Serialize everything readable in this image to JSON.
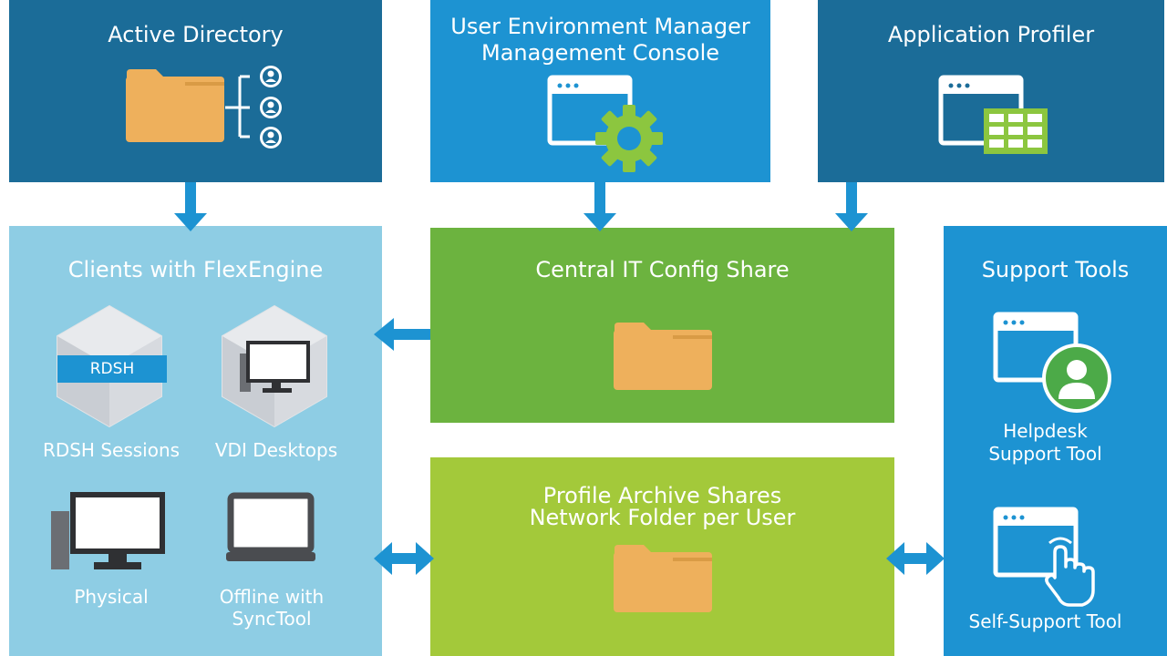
{
  "colors": {
    "navy": "#1b6c98",
    "blue": "#1d93d2",
    "light_blue": "#8ecde4",
    "green": "#6cb33f",
    "lime": "#a3c93a",
    "folder": "#eeb05c",
    "gear": "#8cc63f",
    "arrow": "#1d93d2"
  },
  "nodes": {
    "active_directory": {
      "title": "Active Directory"
    },
    "uem_console": {
      "title_line1": "User Environment Manager",
      "title_line2": "Management Console"
    },
    "app_profiler": {
      "title": "Application Profiler"
    },
    "clients": {
      "title": "Clients with FlexEngine",
      "rdsh_badge": "RDSH",
      "rdsh_label": "RDSH Sessions",
      "vdi_label": "VDI Desktops",
      "physical_label": "Physical",
      "offline_label_line1": "Offline with",
      "offline_label_line2": "SyncTool"
    },
    "config_share": {
      "title": "Central IT Config Share"
    },
    "profile_archive": {
      "title_line1": "Profile Archive Shares",
      "title_line2": "Network Folder per User"
    },
    "support_tools": {
      "title": "Support Tools",
      "helpdesk_line1": "Helpdesk",
      "helpdesk_line2": "Support Tool",
      "self_support": "Self-Support Tool"
    }
  },
  "icons": {
    "ad": "folder-with-users-icon",
    "console": "window-gear-icon",
    "profiler": "window-grid-icon",
    "folder": "folder-icon",
    "rdsh": "rdsh-cube-icon",
    "vdi": "vdi-cube-icon",
    "physical": "desktop-computer-icon",
    "laptop": "laptop-icon",
    "helpdesk": "window-user-icon",
    "self_support": "window-touch-icon"
  }
}
